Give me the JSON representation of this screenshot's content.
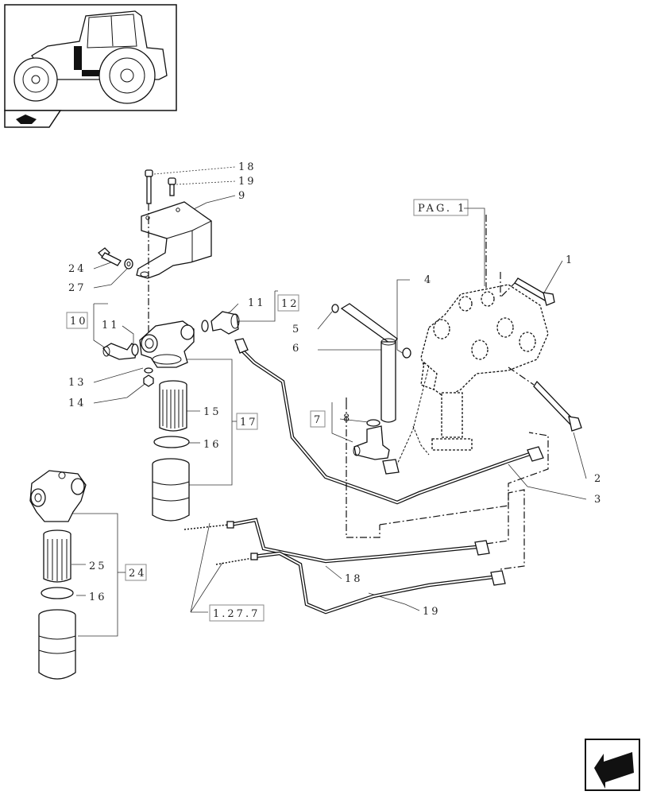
{
  "callouts": [
    {
      "id": "c18a",
      "text": "18"
    },
    {
      "id": "c19a",
      "text": "19"
    },
    {
      "id": "c9",
      "text": "9"
    },
    {
      "id": "c24a",
      "text": "24"
    },
    {
      "id": "c27",
      "text": "27"
    },
    {
      "id": "c11a",
      "text": "11"
    },
    {
      "id": "c11b",
      "text": "11"
    },
    {
      "id": "c13",
      "text": "13"
    },
    {
      "id": "c14",
      "text": "14"
    },
    {
      "id": "c15",
      "text": "15"
    },
    {
      "id": "c16a",
      "text": "16"
    },
    {
      "id": "c25",
      "text": "25"
    },
    {
      "id": "c16b",
      "text": "16"
    },
    {
      "id": "c5",
      "text": "5"
    },
    {
      "id": "c6",
      "text": "6"
    },
    {
      "id": "c4",
      "text": "4"
    },
    {
      "id": "c1",
      "text": "1"
    },
    {
      "id": "c8",
      "text": "8"
    },
    {
      "id": "c2",
      "text": "2"
    },
    {
      "id": "c3",
      "text": "3"
    },
    {
      "id": "c18b",
      "text": "18"
    },
    {
      "id": "c19b",
      "text": "19"
    }
  ],
  "ref_boxes": [
    {
      "id": "b10",
      "text": "10"
    },
    {
      "id": "b12",
      "text": "12"
    },
    {
      "id": "b17",
      "text": "17"
    },
    {
      "id": "b7",
      "text": "7"
    },
    {
      "id": "b24",
      "text": "24"
    },
    {
      "id": "bpag",
      "text": "PAG. 1"
    },
    {
      "id": "b1277",
      "text": "1.27.7"
    }
  ]
}
